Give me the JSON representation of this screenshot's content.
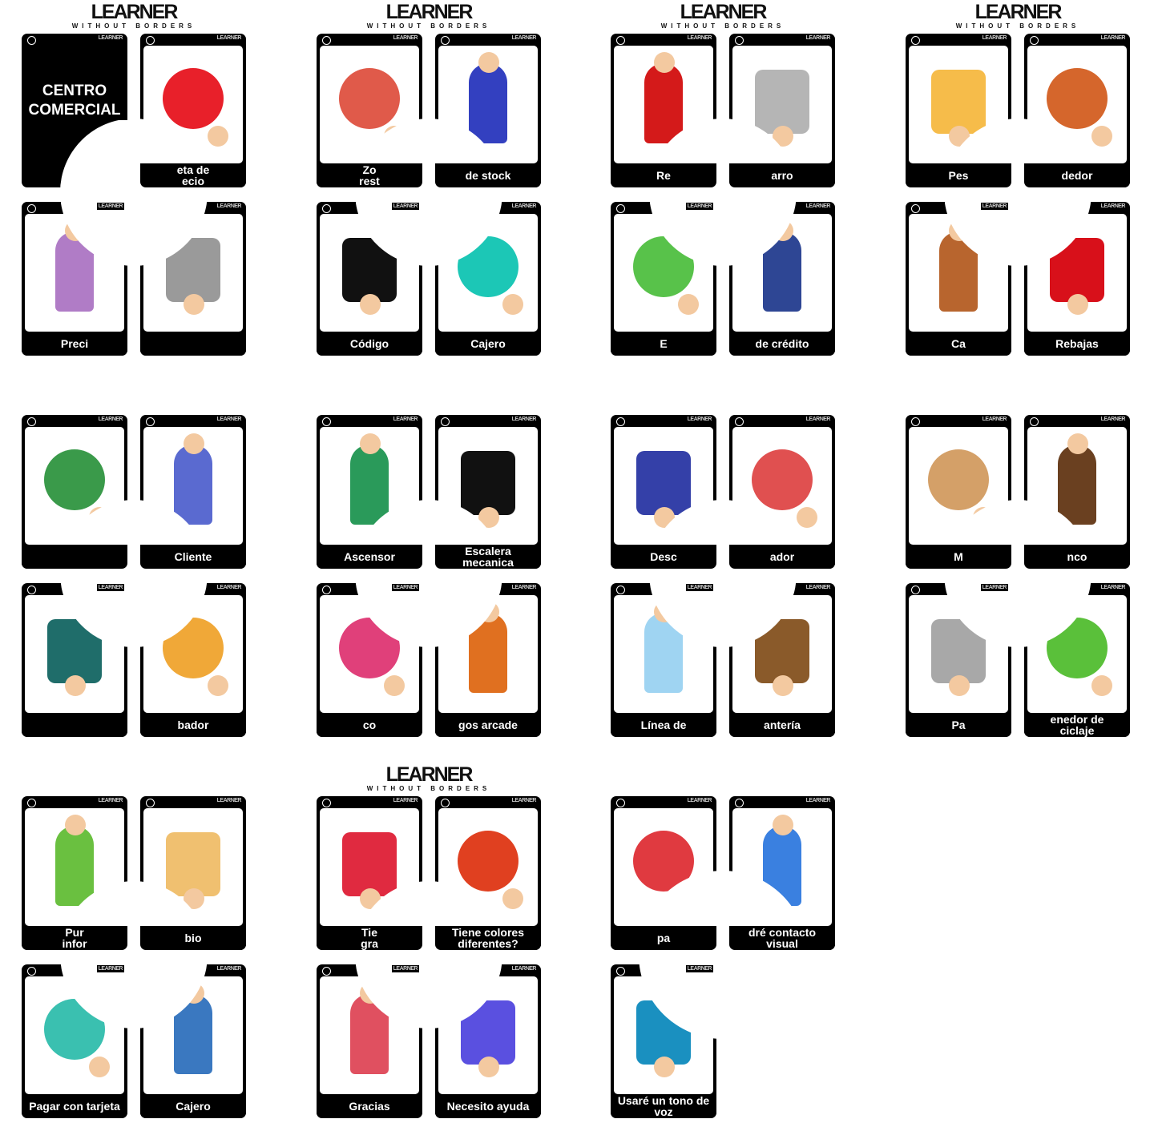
{
  "logo": {
    "title": "LEARNER",
    "subtitle": "WITHOUT BORDERS",
    "mini": "LEARNER"
  },
  "groups": [
    {
      "show_logo": true,
      "cards": [
        {
          "label": "CENTRO\nCOMERCIAL",
          "cover": true,
          "color": "#000000"
        },
        {
          "label": "eta de\necio",
          "color": "#e8202a",
          "icon": "price-tag-icon"
        },
        {
          "label": "Preci",
          "color": "#b07cc6",
          "icon": "worried-woman-icon"
        },
        {
          "label": "",
          "color": "#9a9a9a",
          "icon": "receipt-icon"
        }
      ]
    },
    {
      "show_logo": true,
      "cards": [
        {
          "label": "Zo\nrest",
          "color": "#e05a4a",
          "icon": "food-court-icon"
        },
        {
          "label": "de stock",
          "color": "#3340c0",
          "icon": "person-lifting-box-icon"
        },
        {
          "label": "Código",
          "color": "#111111",
          "icon": "barcode-icon"
        },
        {
          "label": "Cajero",
          "color": "#1cc7b6",
          "icon": "cashier-icon"
        }
      ]
    },
    {
      "show_logo": true,
      "cards": [
        {
          "label": "Re",
          "color": "#d41a1a",
          "icon": "gift-icon"
        },
        {
          "label": "arro",
          "color": "#b5b5b5",
          "icon": "shopping-cart-icon"
        },
        {
          "label": "E",
          "color": "#58c24a",
          "icon": "cash-hand-icon"
        },
        {
          "label": "de crédito",
          "color": "#2e4694",
          "icon": "credit-card-hand-icon"
        }
      ]
    },
    {
      "show_logo": true,
      "cards": [
        {
          "label": "Pes",
          "color": "#f6bc4a",
          "icon": "scale-icon"
        },
        {
          "label": "dedor",
          "color": "#d5662c",
          "icon": "shop-assistant-icon"
        },
        {
          "label": "Ca",
          "color": "#b8652e",
          "icon": "wallet-icon"
        },
        {
          "label": "Rebajas",
          "color": "#d8101a",
          "icon": "sale-tag-icon"
        }
      ]
    },
    {
      "show_logo": false,
      "cards": [
        {
          "label": "",
          "color": "#3a9a4a",
          "icon": "storefront-icon"
        },
        {
          "label": "Cliente",
          "color": "#5a6ad0",
          "icon": "customer-icon"
        },
        {
          "label": "",
          "color": "#1f6d6a",
          "icon": "woman-shopping-bags-icon"
        },
        {
          "label": "bador",
          "color": "#f0a838",
          "icon": "fitting-room-icon"
        }
      ]
    },
    {
      "show_logo": false,
      "cards": [
        {
          "label": "Ascensor",
          "color": "#2a9a5a",
          "icon": "elevator-icon"
        },
        {
          "label": "Escalera\nmecanica",
          "color": "#111111",
          "icon": "escalator-icon"
        },
        {
          "label": "co",
          "color": "#e0407a",
          "icon": "shopping-bags-icon"
        },
        {
          "label": "gos arcade",
          "color": "#e07020",
          "icon": "arcade-machine-icon"
        }
      ]
    },
    {
      "show_logo": false,
      "cards": [
        {
          "label": "Desc",
          "color": "#3440a8",
          "icon": "discount-gift-icon"
        },
        {
          "label": "ador",
          "color": "#e05050",
          "icon": "shop-counter-icon"
        },
        {
          "label": "Línea de",
          "color": "#9fd4f2",
          "icon": "checkout-line-icon"
        },
        {
          "label": "antería",
          "color": "#8a5a2a",
          "icon": "shelf-icon"
        }
      ]
    },
    {
      "show_logo": false,
      "cards": [
        {
          "label": "M",
          "color": "#d4a068",
          "icon": "table-icon"
        },
        {
          "label": "nco",
          "color": "#6a4020",
          "icon": "bench-icon"
        },
        {
          "label": "Pa",
          "color": "#a8a8a8",
          "icon": "trash-can-icon"
        },
        {
          "label": "enedor de\nciclaje",
          "color": "#5ac03a",
          "icon": "recycling-bins-icon"
        }
      ]
    },
    {
      "show_logo": false,
      "cards": [
        {
          "label": "Pur\ninfor",
          "color": "#6ac040",
          "icon": "information-desk-icon"
        },
        {
          "label": "bio",
          "color": "#f0c070",
          "icon": "change-coins-icon"
        },
        {
          "label": "Pagar con tarjeta",
          "color": "#3ac0b0",
          "icon": "card-terminal-icon"
        },
        {
          "label": "Cajero",
          "color": "#3a78c0",
          "icon": "atm-queue-icon"
        }
      ]
    },
    {
      "show_logo": true,
      "cards": [
        {
          "label": "Tie\ngra",
          "color": "#e02a40",
          "icon": "size-tags-icon"
        },
        {
          "label": "Tiene colores\ndiferentes?",
          "color": "#e04020",
          "icon": "paint-colors-icon"
        },
        {
          "label": "Gracias",
          "color": "#e05060",
          "icon": "bowing-woman-icon"
        },
        {
          "label": "Necesito ayuda",
          "color": "#5a50e0",
          "icon": "help-call-icon"
        }
      ]
    },
    {
      "show_logo": false,
      "cards": [
        {
          "label": "pa",
          "color": "#e03a40",
          "icon": "pregnant-woman-seat-icon"
        },
        {
          "label": "dré contacto\nvisual",
          "color": "#3a80e0",
          "icon": "eye-contact-icon"
        },
        {
          "label": "Usaré un tono de voz",
          "color": "#1a90c0",
          "icon": "megaphone-icon"
        }
      ]
    }
  ]
}
